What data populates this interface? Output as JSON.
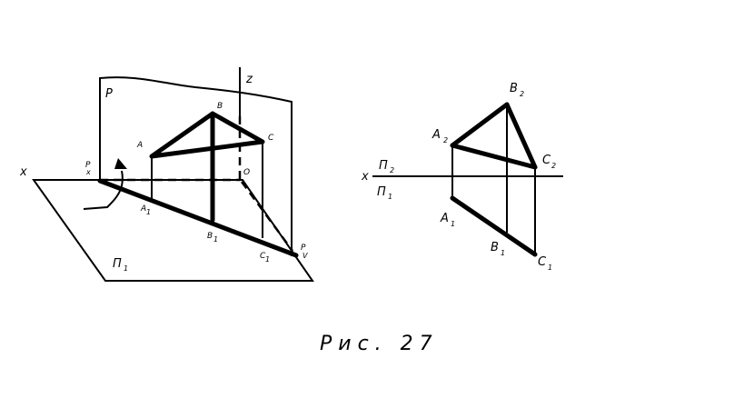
{
  "left_view": {
    "labels": {
      "x": "x",
      "z": "z",
      "P": "P",
      "O": "O",
      "A": "A",
      "B": "B",
      "C": "C",
      "A1": "A",
      "A1_sub": "1",
      "B1": "B",
      "B1_sub": "1",
      "C1": "C",
      "C1_sub": "1",
      "Px": "P",
      "Px_sub": "x",
      "Pv": "P",
      "Pv_sub": "V",
      "Pi1": "П",
      "Pi1_sub": "1"
    }
  },
  "right_view": {
    "labels": {
      "x": "x",
      "Pi2": "П",
      "Pi2_sub": "2",
      "Pi1": "П",
      "Pi1_sub": "1",
      "A2": "A",
      "A2_sub": "2",
      "B2": "B",
      "B2_sub": "2",
      "C2": "C",
      "C2_sub": "2",
      "A1": "A",
      "A1_sub": "1",
      "B1": "B",
      "B1_sub": "1",
      "C1": "C",
      "C1_sub": "1"
    }
  },
  "caption": "Рис. 27"
}
